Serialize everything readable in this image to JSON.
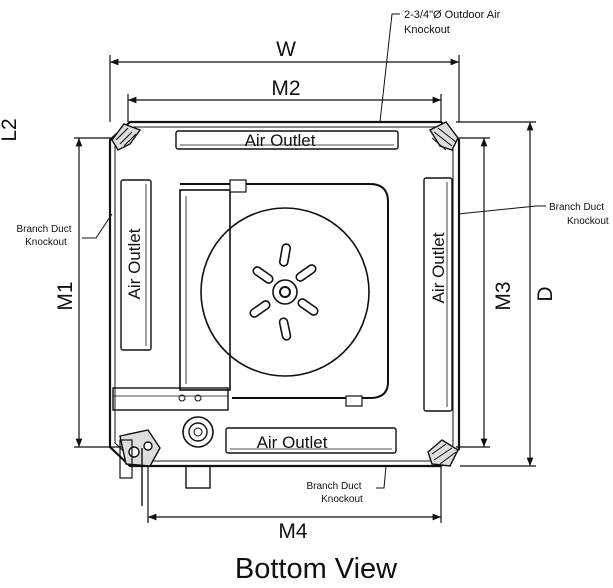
{
  "title": "Bottom View",
  "dimensions": {
    "w": "W",
    "m2": "M2",
    "m1": "M1",
    "m3": "M3",
    "d": "D",
    "m4": "M4",
    "l2": "L2"
  },
  "outlets": {
    "top": "Air Outlet",
    "left": "Air Outlet",
    "right": "Air Outlet",
    "bottom": "Air Outlet"
  },
  "callouts": {
    "outdoor_air_line1": "2-3/4\"Ø Outdoor Air",
    "outdoor_air_line2": "Knockout",
    "branch_left_line1": "Branch Duct",
    "branch_left_line2": "Knockout",
    "branch_right_line1": "Branch Duct",
    "branch_right_line2": "Knockout",
    "branch_bottom_line1": "Branch Duct",
    "branch_bottom_line2": "Knockout"
  }
}
